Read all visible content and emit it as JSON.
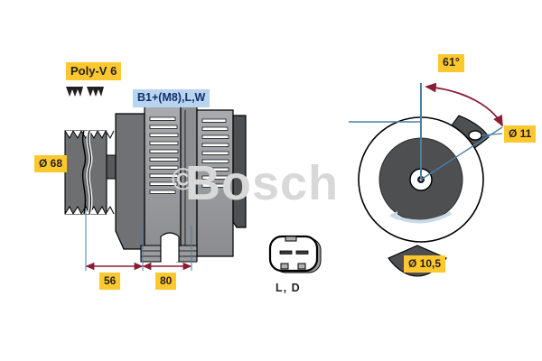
{
  "document": {
    "kind": "technical-drawing",
    "subject": "Bosch alternator dimensional drawing",
    "background_color": "#ffffff"
  },
  "watermark": {
    "brand": "Bosch",
    "copyright_symbol": "©",
    "color": "#d8d8d8"
  },
  "colors": {
    "callout_yellow": "#fdc82f",
    "callout_blue": "#b8d4ef",
    "blue_text": "#12306b",
    "dimension_line": "#8b1d33",
    "center_line": "#4a7fa8",
    "body_dark": "#4d4d4f",
    "body_mid": "#808285",
    "body_light": "#a7a9ac",
    "outline": "#000000"
  },
  "callouts": [
    {
      "id": "poly-v",
      "text": "Poly-V 6",
      "style": "yellow",
      "meaning": "pulley belt profile, 6 ribs",
      "view": "side"
    },
    {
      "id": "terminals",
      "text": "B1+(M8),L,W",
      "style": "blue",
      "meaning": "terminal designations",
      "view": "side"
    },
    {
      "id": "pulley-diameter",
      "text": "Ø 68",
      "style": "yellow",
      "meaning": "pulley outer diameter in mm",
      "view": "side"
    },
    {
      "id": "dim-56",
      "text": "56",
      "style": "yellow",
      "meaning": "dimension in mm",
      "view": "side"
    },
    {
      "id": "dim-80",
      "text": "80",
      "style": "yellow",
      "meaning": "dimension in mm",
      "view": "side"
    },
    {
      "id": "angle-61",
      "text": "61°",
      "style": "yellow",
      "meaning": "mounting lug angular position",
      "view": "end"
    },
    {
      "id": "hole-11",
      "text": "Ø 11",
      "style": "yellow",
      "meaning": "upper mounting hole diameter in mm",
      "view": "end"
    },
    {
      "id": "hole-105",
      "text": "Ø 10,5",
      "style": "yellow",
      "meaning": "lower mounting hole diameter in mm",
      "view": "end"
    },
    {
      "id": "connector-pins",
      "text": "L, D",
      "style": "plain",
      "meaning": "connector pin designations",
      "view": "connector-detail"
    }
  ],
  "views": {
    "side": {
      "name": "Side elevation",
      "features": [
        "poly-v pulley",
        "drive end housing with cooling slots",
        "slip ring end housing",
        "mounting feet"
      ]
    },
    "end": {
      "name": "Drive end view",
      "features": [
        "circular housing",
        "rotor shaft center",
        "upper mounting lug",
        "lower mounting lug",
        "rotation arrow"
      ]
    },
    "connector": {
      "name": "Connector detail",
      "features": [
        "two blade terminals"
      ]
    }
  },
  "icons": {
    "poly_v_belt_profile": "grooved-belt-icon"
  }
}
